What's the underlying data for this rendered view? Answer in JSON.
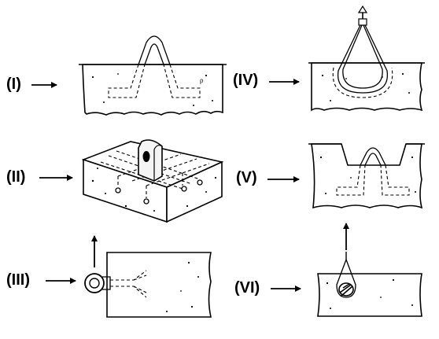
{
  "panels": [
    {
      "id": "I",
      "label": "(I)"
    },
    {
      "id": "II",
      "label": "(II)"
    },
    {
      "id": "III",
      "label": "(III)"
    },
    {
      "id": "IV",
      "label": "(IV)"
    },
    {
      "id": "V",
      "label": "(V)"
    },
    {
      "id": "VI",
      "label": "(VI)"
    }
  ]
}
